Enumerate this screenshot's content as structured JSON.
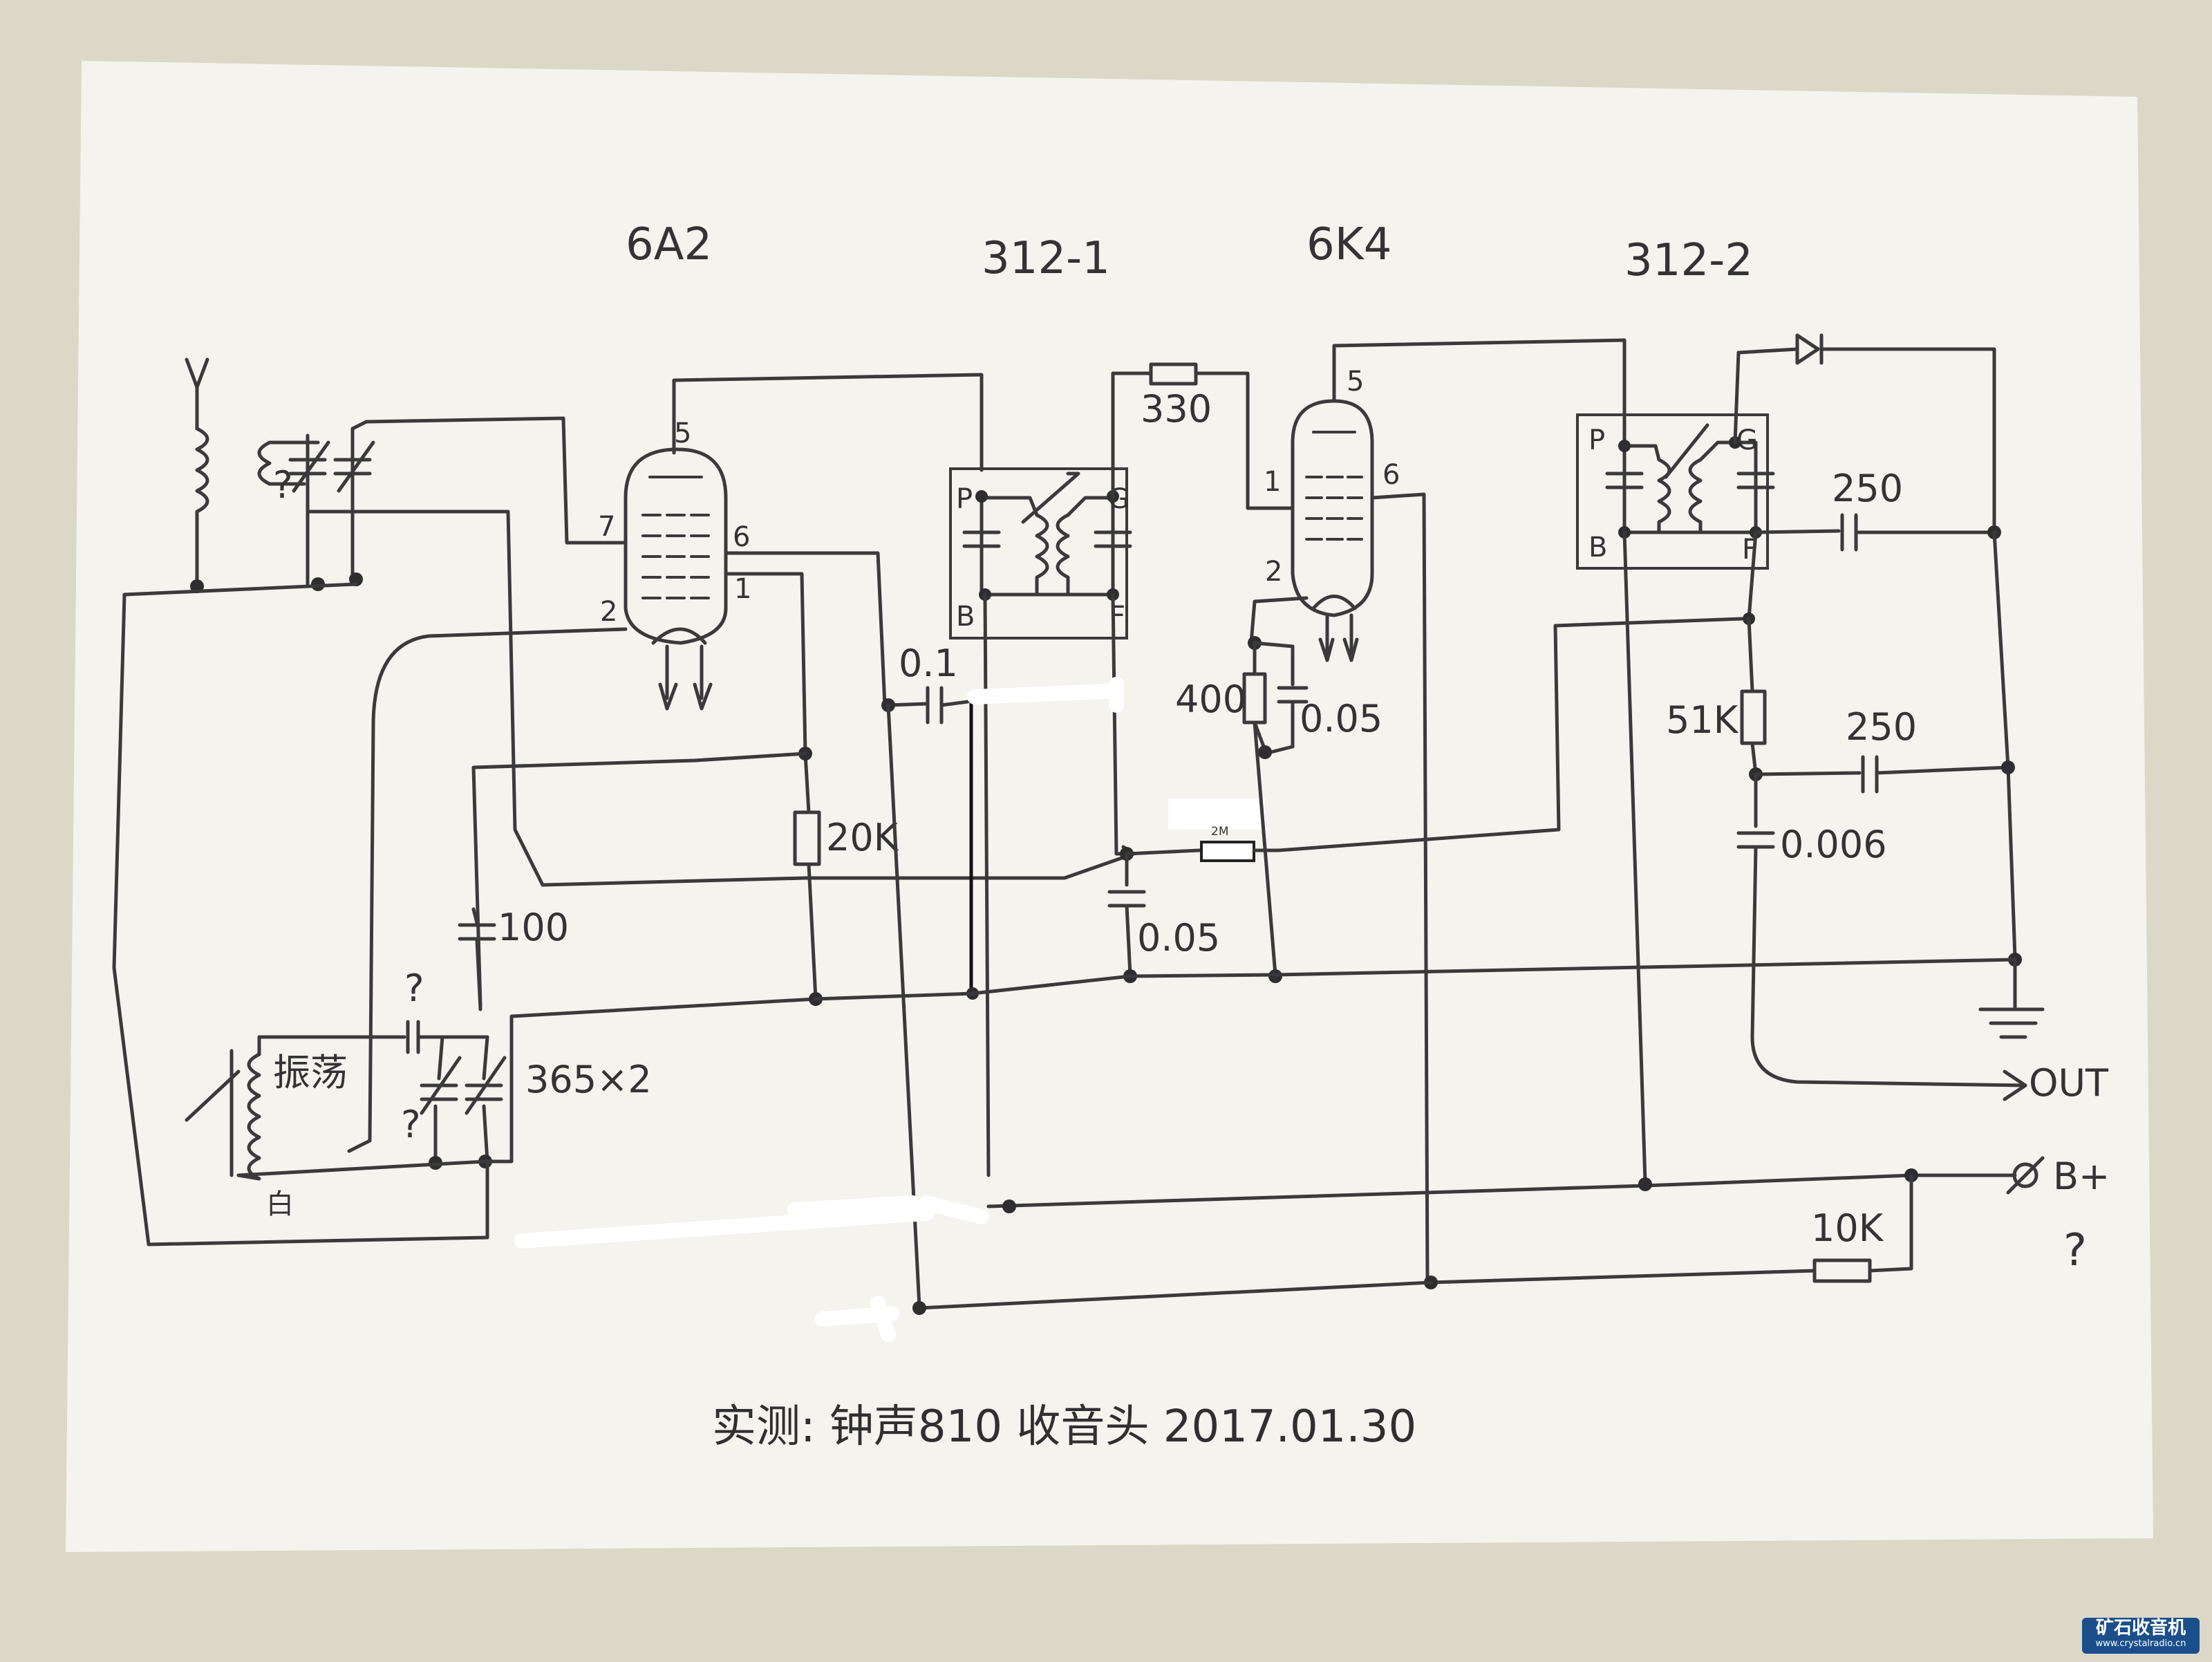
{
  "tube_labels": {
    "tube1": "6A2",
    "tube2": "312-1",
    "tube3": "6K4",
    "tube4": "312-2"
  },
  "pins": {
    "t1_pin5": "5",
    "t1_pin7": "7",
    "t1_pin6": "6",
    "t1_pin2": "2",
    "t1_pin1": "1",
    "t3_pin5": "5",
    "t3_pin1": "1",
    "t3_pin6": "6",
    "t3_pin2": "2",
    "if1_p": "P",
    "if1_g": "G",
    "if1_b": "B",
    "if1_f": "F",
    "if2_p": "P",
    "if2_g": "G",
    "if2_b": "B",
    "if2_f": "F"
  },
  "component_labels": {
    "r330": "330",
    "r20k": "20K",
    "c01": "0.1",
    "r400": "400",
    "c005a": "0.05",
    "r2m": "2M",
    "c005b": "0.05",
    "c100": "100",
    "q1": "?",
    "q2": "?",
    "q3": "?",
    "vc": "365×2",
    "osc_text": "振荡",
    "white_text": "白",
    "c250a": "250",
    "r51k": "51K",
    "c250b": "250",
    "c0006": "0.006",
    "out": "OUT",
    "bplus": "B+",
    "bplus_q": "?",
    "r10k": "10K"
  },
  "caption": "实测: 钟声810 收音头 2017.01.30",
  "watermark": {
    "main": "矿石收音机",
    "sub": "www.crystalradio.cn",
    "color": "#1a4f8c"
  }
}
